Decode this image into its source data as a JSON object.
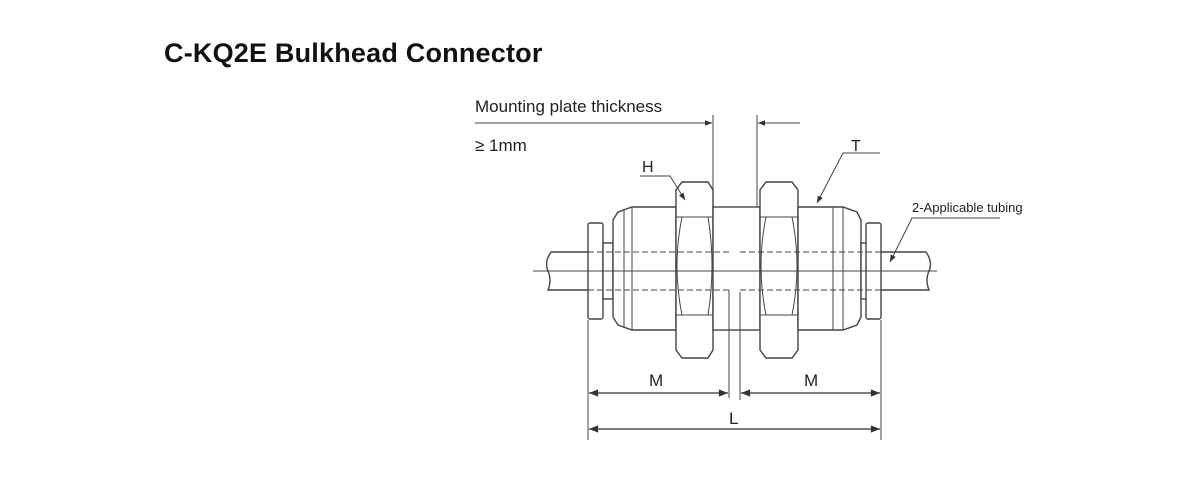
{
  "title": "C-KQ2E Bulkhead Connector",
  "diagram": {
    "plate_label": "Mounting plate thickness",
    "plate_min": "≥ 1mm",
    "label_h": "H",
    "label_t": "T",
    "label_tubing": "2-Applicable tubing",
    "label_m_left": "M",
    "label_m_right": "M",
    "label_l": "L"
  }
}
